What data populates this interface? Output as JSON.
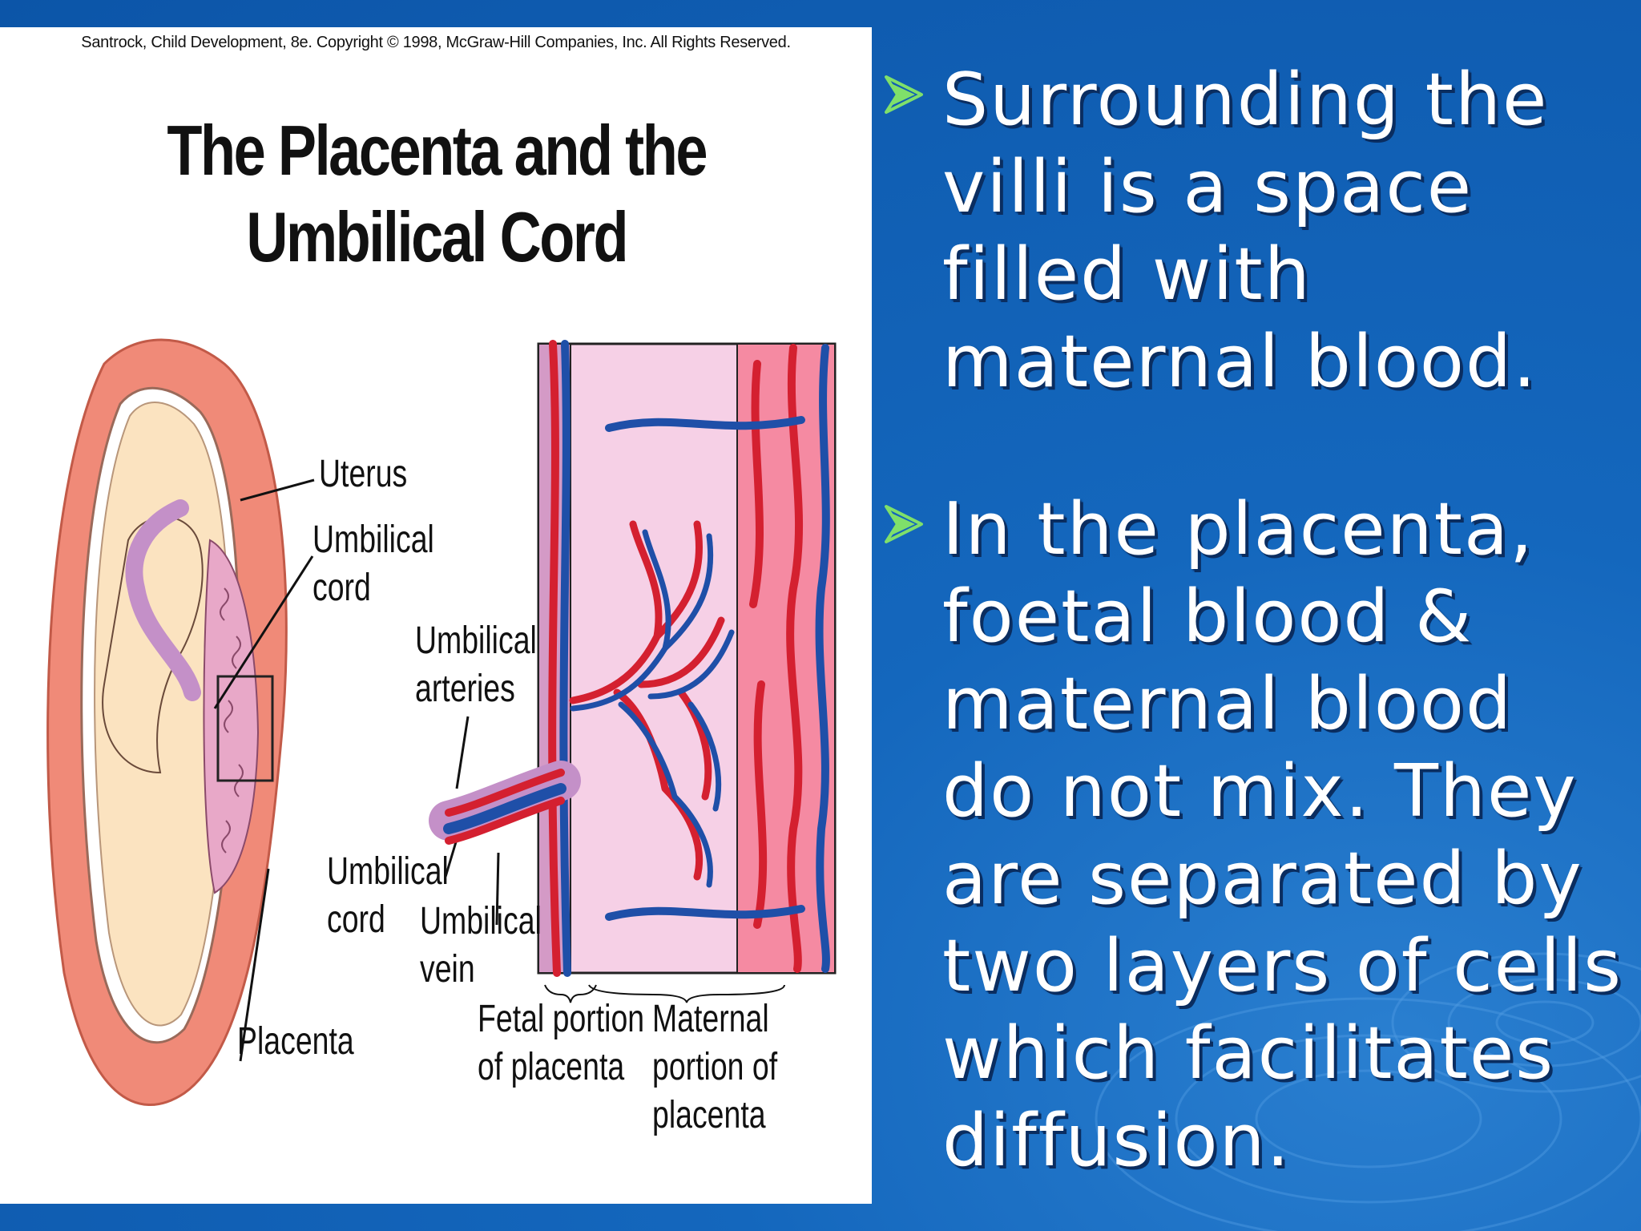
{
  "figure": {
    "copyright": "Santrock, Child Development, 8e. Copyright © 1998, McGraw-Hill Companies, Inc. All Rights Reserved.",
    "title": "The Placenta and the\nUmbilical Cord",
    "labels": {
      "uterus": "Uterus",
      "umbilical_cord_top": "Umbilical\ncord",
      "umbilical_arteries": "Umbilical\narteries",
      "umbilical_cord_bottom": "Umbilical\ncord",
      "umbilical_vein": "Umbilical\nvein",
      "placenta": "Placenta",
      "fetal_portion": "Fetal portion\nof placenta",
      "maternal_portion": "Maternal\nportion of\nplacenta"
    }
  },
  "bullets": [
    {
      "text": "Surrounding the villi is a space filled with maternal blood.",
      "icon": "arrow-bullet-icon"
    },
    {
      "text": "In the placenta, foetal blood & maternal blood do not mix. They are separated by two layers of cells which facilitates diffusion.",
      "icon": "arrow-bullet-icon"
    }
  ],
  "colors": {
    "background": "#1467bd",
    "bullet_arrow": "#7fe06a",
    "artery_red": "#d42030",
    "vein_blue": "#1f4fa8",
    "uterus_pink": "#f08a78",
    "fluid_cream": "#fbe3c0"
  }
}
